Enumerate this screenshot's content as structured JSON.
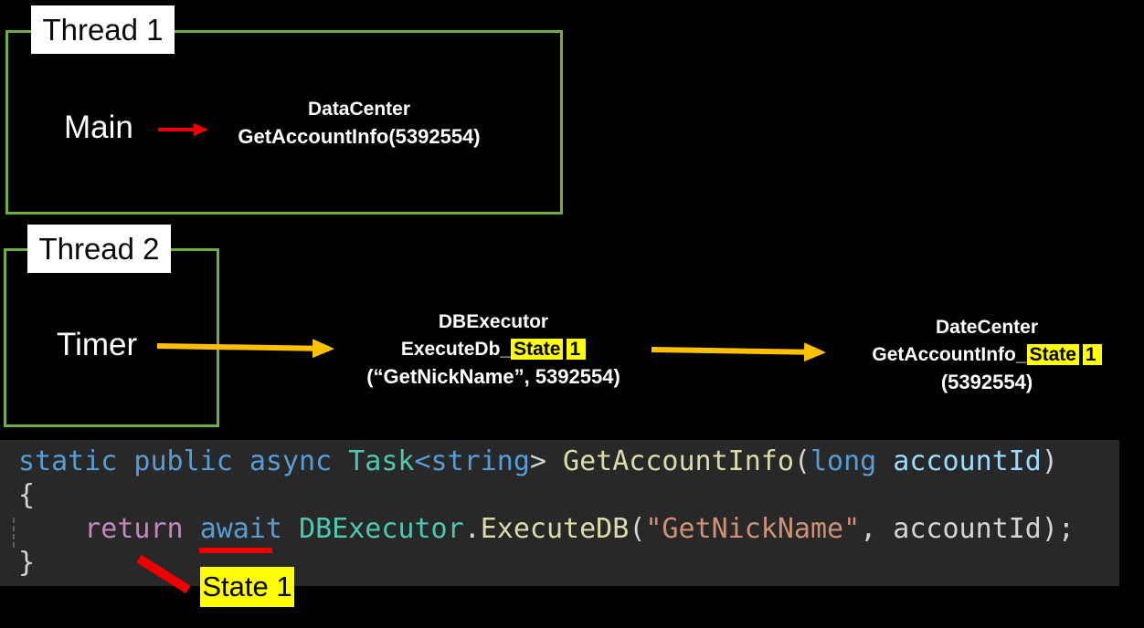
{
  "threads": {
    "thread1": {
      "label": "Thread 1",
      "caller": "Main"
    },
    "thread2": {
      "label": "Thread 2",
      "caller": "Timer"
    }
  },
  "nodes": {
    "datacenter_main": {
      "line1": "DataCenter",
      "line2": "GetAccountInfo(5392554)"
    },
    "dbexecutor": {
      "line1": "DBExecutor",
      "line2_prefix": "ExecuteDb_",
      "line2_hl1": "State",
      "line2_hl2": "1",
      "line3": "(“GetNickName”, 5392554)"
    },
    "datecenter_state": {
      "line1": "DateCenter",
      "line2_prefix": "GetAccountInfo_",
      "line2_hl1": "State",
      "line2_hl2": "1",
      "line3": "(5392554)"
    }
  },
  "annotation": {
    "state_label": "State 1"
  },
  "colors": {
    "background": "#000000",
    "box_border_green": "#70AD47",
    "arrow_red": "#FF0000",
    "arrow_orange": "#FFC000",
    "highlight_yellow": "#FFFF00",
    "code_background": "#282828"
  },
  "code": {
    "palette": {
      "kw": "#569CD6",
      "ty": "#4EC9B0",
      "fn": "#DCDCAA",
      "ctrl": "#C586C0",
      "str": "#CE9178",
      "param": "#9CDCFE",
      "pl": "#D4D4D4"
    },
    "lines": [
      {
        "tokens": [
          {
            "t": "static public async ",
            "c": "kw"
          },
          {
            "t": "Task",
            "c": "ty"
          },
          {
            "t": "<",
            "c": "kw"
          },
          {
            "t": "string",
            "c": "kw"
          },
          {
            "t": ">",
            "c": "pl"
          },
          {
            "t": " ",
            "c": "pl"
          },
          {
            "t": "GetAccountInfo",
            "c": "fn"
          },
          {
            "t": "(",
            "c": "pl"
          },
          {
            "t": "long",
            "c": "kw"
          },
          {
            "t": " accountId",
            "c": "param"
          },
          {
            "t": ")",
            "c": "pl"
          }
        ]
      },
      {
        "tokens": [
          {
            "t": "{",
            "c": "pl"
          }
        ]
      },
      {
        "tokens": [
          {
            "t": "    ",
            "c": "pl"
          },
          {
            "t": "return",
            "c": "ctrl"
          },
          {
            "t": " ",
            "c": "pl"
          },
          {
            "t": "await",
            "c": "kw"
          },
          {
            "t": " ",
            "c": "pl"
          },
          {
            "t": "DBExecutor",
            "c": "ty"
          },
          {
            "t": ".",
            "c": "pl"
          },
          {
            "t": "ExecuteDB",
            "c": "fn"
          },
          {
            "t": "(",
            "c": "pl"
          },
          {
            "t": "\"GetNickName\"",
            "c": "str"
          },
          {
            "t": ", accountId);",
            "c": "pl"
          }
        ]
      },
      {
        "tokens": [
          {
            "t": "}",
            "c": "pl"
          }
        ]
      }
    ]
  }
}
